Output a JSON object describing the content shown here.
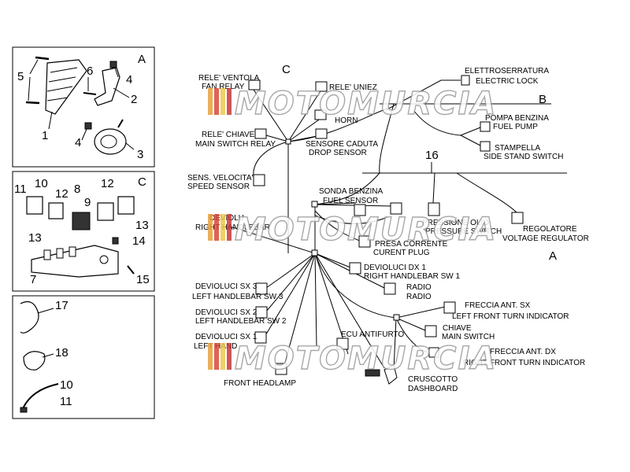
{
  "panels": {
    "a": {
      "letter": "A",
      "parts": [
        "5",
        "6",
        "4",
        "2",
        "1",
        "4",
        "3"
      ]
    },
    "c": {
      "letter": "C",
      "parts": [
        "11",
        "10",
        "12",
        "8",
        "9",
        "12",
        "13",
        "13",
        "14",
        "7",
        "15"
      ]
    },
    "misc": {
      "parts": [
        "17",
        "18",
        "10",
        "11"
      ]
    }
  },
  "diagram": {
    "section_c": "C",
    "section_b": "B",
    "section_a": "A",
    "bus_number": "16",
    "components": [
      {
        "it": "RELE' VENTOLA",
        "en": "FAN RELAY"
      },
      {
        "it": "RELE' UNIEZ",
        "en": ""
      },
      {
        "it": "",
        "en": "HORN"
      },
      {
        "it": "RELE' CHIAVE",
        "en": "MAIN SWITCH RELAY"
      },
      {
        "it": "SENSORE CADUTA",
        "en": "DROP SENSOR"
      },
      {
        "it": "SENS. VELOCITA'",
        "en": "SPEED SENSOR"
      },
      {
        "it": "SONDA BENZINA",
        "en": "FUEL SENSOR"
      },
      {
        "it": "ELETTROSERRATURA",
        "en": "ELECTRIC LOCK"
      },
      {
        "it": "POMPA BENZINA",
        "en": "FUEL PUMP"
      },
      {
        "it": "STAMPELLA",
        "en": "SIDE STAND SWITCH"
      },
      {
        "it": "PRESSIONE OLIO",
        "en": "PRESSURE SWITCH"
      },
      {
        "it": "REGOLATORE",
        "en": "VOLTAGE REGULATOR"
      },
      {
        "it": "DEVIOLU",
        "en": "RIGHT HANDLEBAR"
      },
      {
        "it": "PRESA CORRENTE",
        "en": "CURENT PLUG"
      },
      {
        "it": "DEVIOLUCI DX 1",
        "en": "RIGHT HANDLEBAR SW 1"
      },
      {
        "it": "RADIO",
        "en": "RADIO"
      },
      {
        "it": "DEVIOLUCI SX 3",
        "en": "LEFT HANDLEBAR SW 3"
      },
      {
        "it": "FRECCIA ANT. SX",
        "en": "LEFT FRONT TURN INDICATOR"
      },
      {
        "it": "DEVIOLUCI SX 2",
        "en": "LEFT HANDLEBAR SW 2"
      },
      {
        "it": "CHIAVE",
        "en": "MAIN SWITCH"
      },
      {
        "it": "DEVIOLUCI SX 1",
        "en": "LEFT HAND"
      },
      {
        "it": "ECU ANTIFURTO",
        "en": ""
      },
      {
        "it": "FRECCIA ANT. DX",
        "en": "RIGHT FRONT TURN INDICATOR"
      },
      {
        "it": "",
        "en": "FRONT HEADLAMP"
      },
      {
        "it": "CRUSCOTTO",
        "en": "DASHBOARD"
      }
    ]
  },
  "watermark": "MOTOMURCIA"
}
